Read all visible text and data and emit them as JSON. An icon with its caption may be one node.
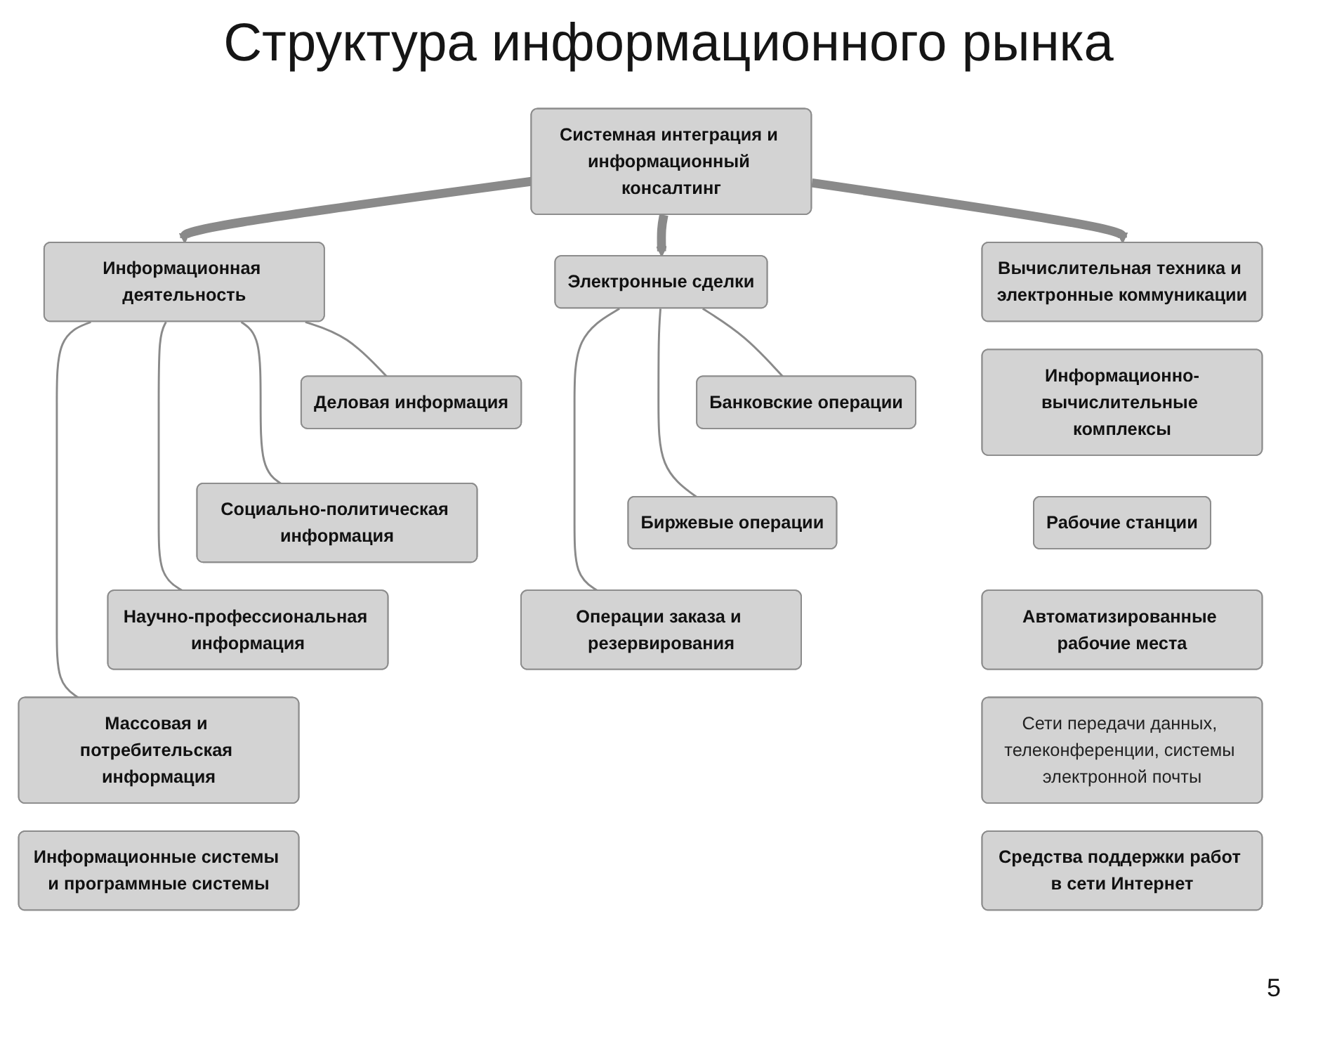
{
  "diagram": {
    "title": "Структура информационного рынка",
    "nodes": [
      {
        "text": [
          "Системная интеграция и информационный консалтинг"
        ]
      },
      {
        "text": [
          "Информационная деятельность"
        ]
      },
      {
        "text": [
          "Вычислительная техника и электронные коммуникации"
        ]
      },
      {
        "text": [
          "Электронные сделки"
        ]
      },
      {
        "text": [
          "Деловая информация"
        ]
      },
      {
        "text": [
          "Социально-политическая информация"
        ]
      },
      {
        "text": [
          "Научно-профессиональная информация"
        ]
      },
      {
        "text": [
          "Массовая и потребительская информация"
        ]
      },
      {
        "text": [
          "Информационные системы и программные системы"
        ]
      },
      {
        "text": [
          "Информационно-вычислительные комплексы"
        ]
      },
      {
        "text": [
          "Рабочие станции"
        ]
      },
      {
        "text": [
          "Автоматизированные рабочие места"
        ]
      },
      {
        "text": [
          "Сети передачи данных, телеконференции, системы электронной почты"
        ]
      },
      {
        "text": [
          "Средства поддержки работ в сети Интернет"
        ]
      },
      {
        "text": [
          "Банковские операции"
        ]
      },
      {
        "text": [
          "Биржевые операции"
        ]
      },
      {
        "text": [
          "Операции заказа и резервирования"
        ]
      }
    ],
    "edges": [
      {
        "from": 0,
        "to": 1,
        "arrow": "to",
        "style": "thick"
      },
      {
        "from": 0,
        "to": 2,
        "arrow": "to",
        "style": "thick"
      },
      {
        "from": 0,
        "to": 3,
        "arrow": "to",
        "style": "thick"
      },
      {
        "from": 1,
        "to": 4,
        "arrow": "none"
      },
      {
        "from": 1,
        "to": 5,
        "arrow": "none"
      },
      {
        "from": 1,
        "to": 6,
        "arrow": "none"
      },
      {
        "from": 1,
        "to": 7,
        "arrow": "none"
      },
      {
        "from": 3,
        "to": 14,
        "arrow": "none"
      },
      {
        "from": 3,
        "to": 15,
        "arrow": "none"
      },
      {
        "from": 3,
        "to": 16,
        "arrow": "none"
      }
    ],
    "labels": [
      "5"
    ]
  }
}
